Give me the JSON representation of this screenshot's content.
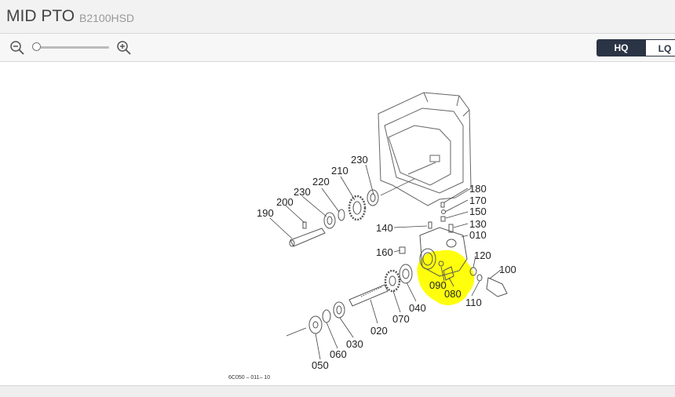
{
  "header": {
    "title": "MID PTO",
    "model": "B2100HSD"
  },
  "toolbar": {
    "zoom_out_icon": "zoom-out-icon",
    "zoom_in_icon": "zoom-in-icon",
    "quality_options": [
      "HQ",
      "LQ"
    ],
    "selected_quality": "HQ"
  },
  "diagram": {
    "part_labels": [
      "230",
      "210",
      "230",
      "220",
      "200",
      "190",
      "180",
      "170",
      "150",
      "130",
      "010",
      "140",
      "160",
      "120",
      "100",
      "090",
      "080",
      "110",
      "040",
      "070",
      "020",
      "030",
      "060",
      "050"
    ],
    "figure_code": "6C050 – 011– 10",
    "highlight_color": "#ffff00"
  }
}
